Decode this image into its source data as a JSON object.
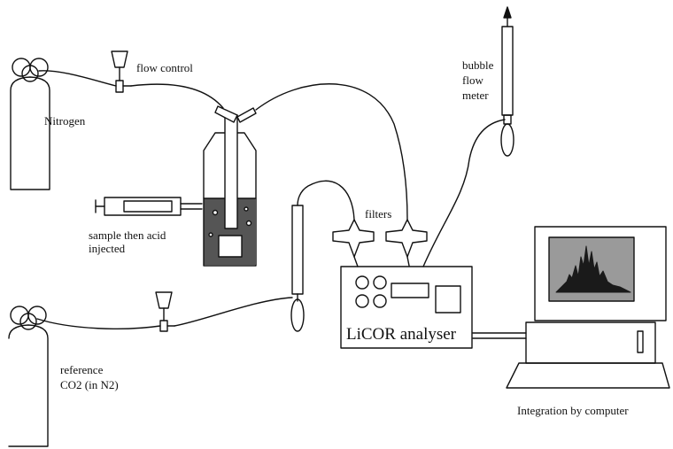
{
  "labels": {
    "flow_control": "flow control",
    "nitrogen": "Nitrogen",
    "sample_line1": "sample then acid",
    "sample_line2": "injected",
    "filters": "filters",
    "bubble_line1": "bubble",
    "bubble_line2": "flow",
    "bubble_line3": "meter",
    "reference_line1": "reference",
    "reference_line2": "CO2 (in N2)",
    "analyser": "LiCOR analyser",
    "integration": "Integration by computer"
  },
  "colors": {
    "ink": "#111111",
    "liquid": "#555555",
    "screen_bg": "#9a9a9a",
    "peaks": "#1a1a1a"
  },
  "icons": {
    "nitrogen_cylinder": "gas-cylinder-icon",
    "reference_cylinder": "gas-cylinder-icon",
    "flow_valve": "valve-icon",
    "syringe": "syringe-icon",
    "reaction_vessel": "flask-icon",
    "filter": "filter-icon",
    "bubble_meter": "flow-meter-icon",
    "computer": "computer-icon"
  }
}
